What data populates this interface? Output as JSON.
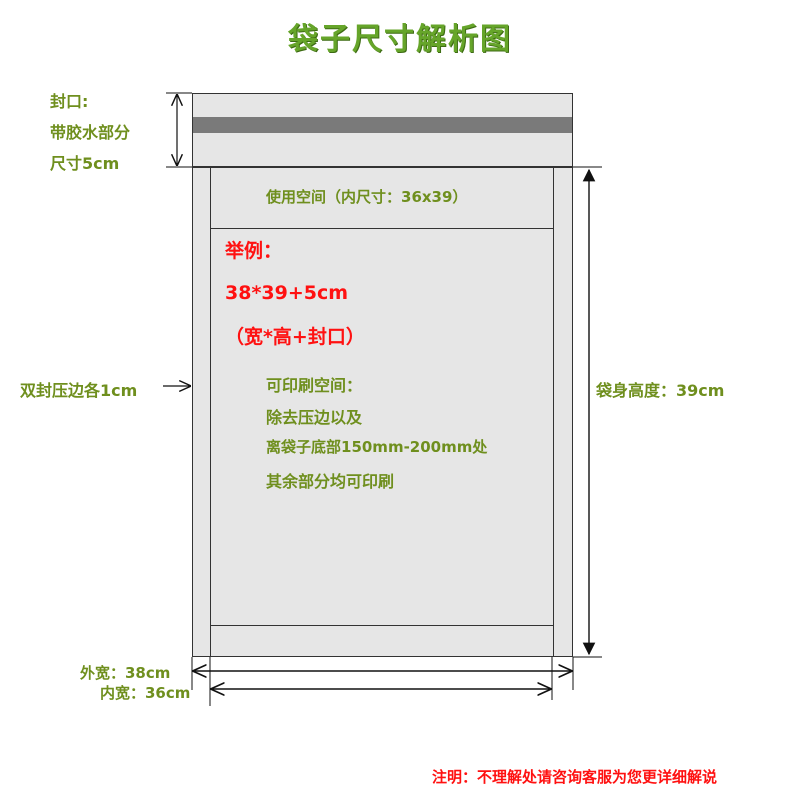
{
  "title": "袋子尺寸解析图",
  "seal": {
    "line1": "封口:",
    "line2": "带胶水部分",
    "line3": "尺寸5cm"
  },
  "inner_space_label": "使用空间（内尺寸：36x39）",
  "example": {
    "label": "举例：",
    "formula": "38*39+5cm",
    "formula_note": "（宽*高+封口）"
  },
  "printable": {
    "line1": "可印刷空间：",
    "line2": "除去压边以及",
    "line3": "离袋子底部150mm-200mm处",
    "line4": "其余部分均可印刷"
  },
  "side_seal_label": "双封压边各1cm",
  "body_height_label": "袋身高度：39cm",
  "outer_width_label": "外宽：38cm",
  "inner_width_label": "内宽：36cm",
  "footer_note": "注明：不理解处请咨询客服为您更详细解说",
  "colors": {
    "title_green": "#66a52a",
    "label_green": "#6f8f1e",
    "highlight_red": "#ff1111",
    "bag_fill": "#e6e6e6",
    "adhesive_strip": "#7a7a7a"
  }
}
